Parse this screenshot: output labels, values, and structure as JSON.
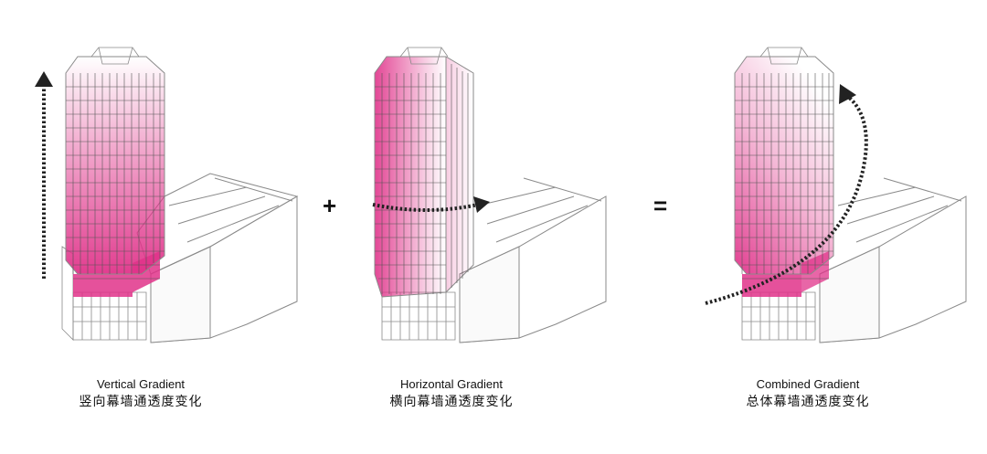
{
  "panels": [
    {
      "id": "vertical",
      "title_en": "Vertical Gradient",
      "title_zh": "竖向幕墙通透度变化"
    },
    {
      "id": "horizontal",
      "title_en": "Horizontal Gradient",
      "title_zh": "横向幕墙通透度变化"
    },
    {
      "id": "combined",
      "title_en": "Combined Gradient",
      "title_zh": "总体幕墙通透度变化"
    }
  ],
  "operators": {
    "plus": "+",
    "equals": "="
  },
  "colors": {
    "accent": "#e0338a",
    "line": "#8a8a8a",
    "arrow": "#222222"
  },
  "icons": {
    "vertical": "arrow-up-icon",
    "horizontal": "arrow-right-icon",
    "combined": "arrow-curved-icon"
  }
}
